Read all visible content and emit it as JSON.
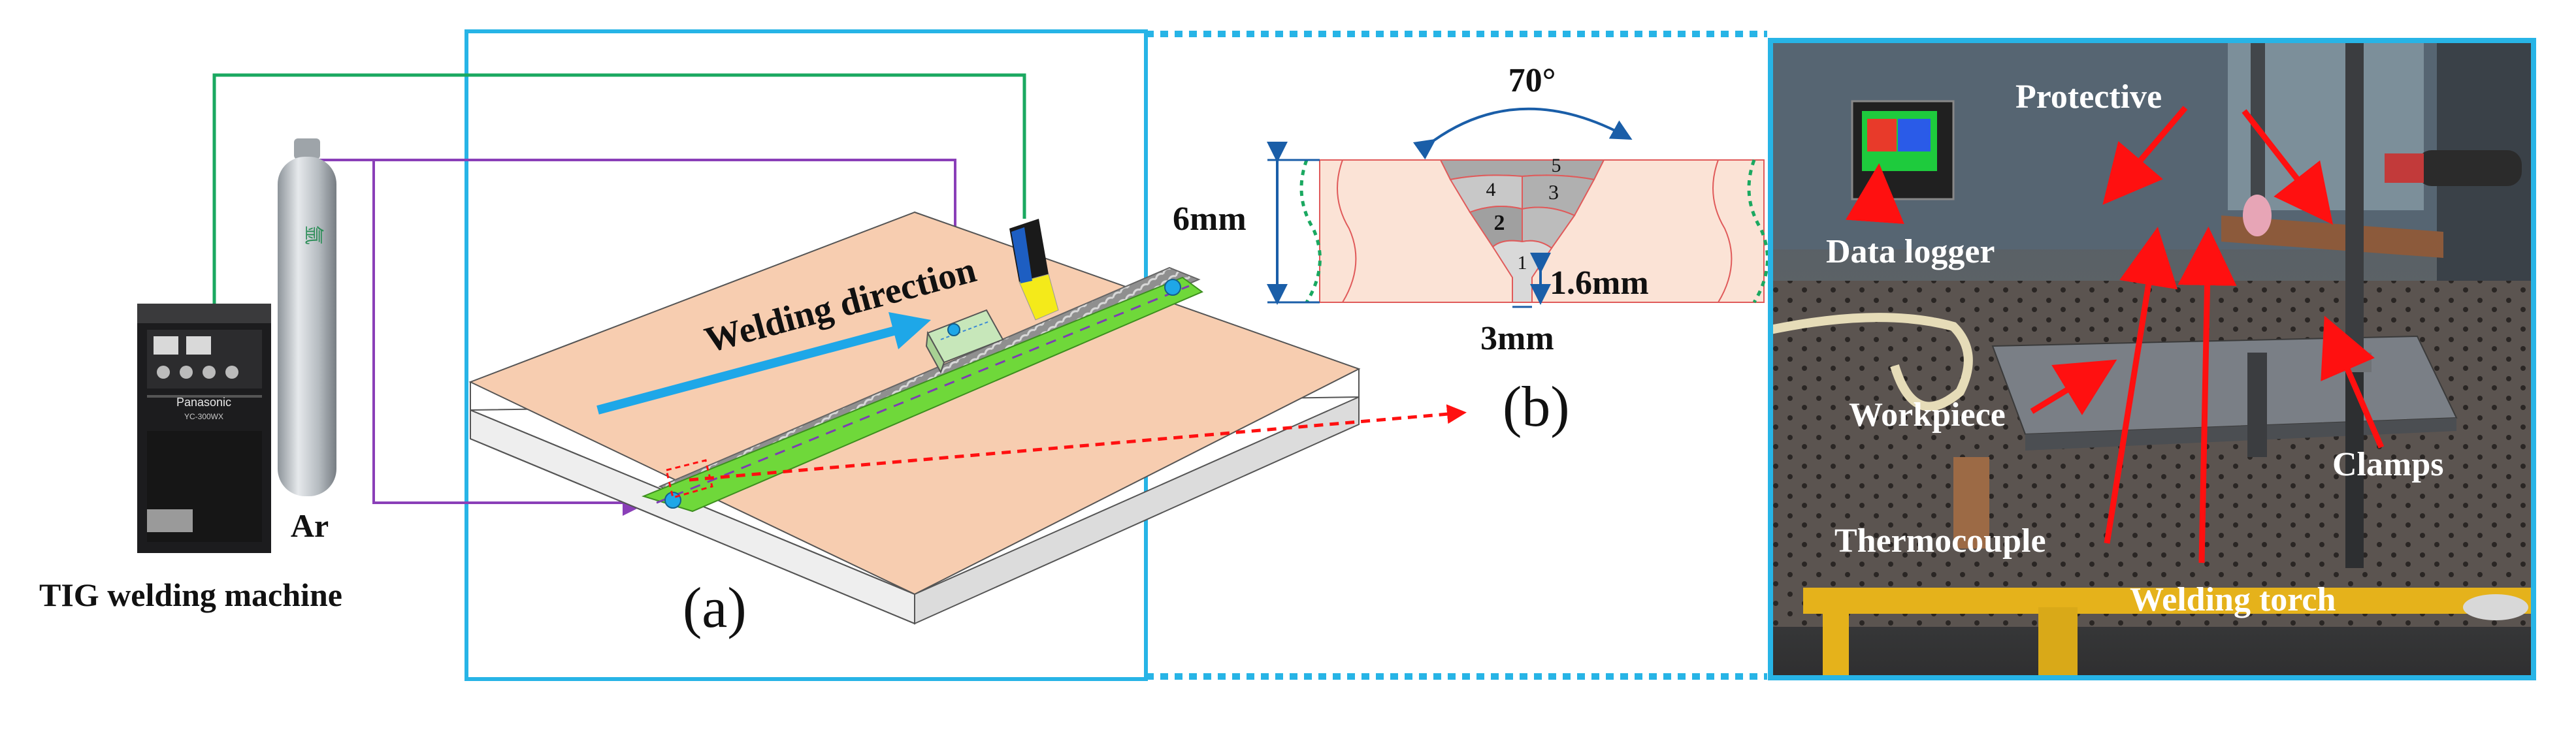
{
  "panels": {
    "a": "(a)",
    "b": "(b)"
  },
  "setup": {
    "gas_label": "Ar",
    "machine_label": "TIG welding machine",
    "machine_brand": "Panasonic",
    "machine_model": "YC-300WX",
    "direction_label": "Welding direction"
  },
  "groove": {
    "angle": "70°",
    "thickness": "6mm",
    "root_face": "1.6mm",
    "root_gap": "3mm",
    "passes": [
      "1",
      "2",
      "3",
      "4",
      "5"
    ]
  },
  "photo": {
    "labels": {
      "protective": "Protective",
      "data_logger": "Data logger",
      "workpiece": "Workpiece",
      "thermocouple": "Thermocouple",
      "welding_torch": "Welding torch",
      "clamps": "Clamps"
    }
  },
  "colors": {
    "frame": "#27b4e6",
    "green_line": "#1aa860",
    "purple_line": "#8a3fb8",
    "arrow_blue": "#1ea7e8",
    "red": "#ff1010",
    "plate_top": "#f7cdb0",
    "bead_green": "#6fd83a"
  }
}
